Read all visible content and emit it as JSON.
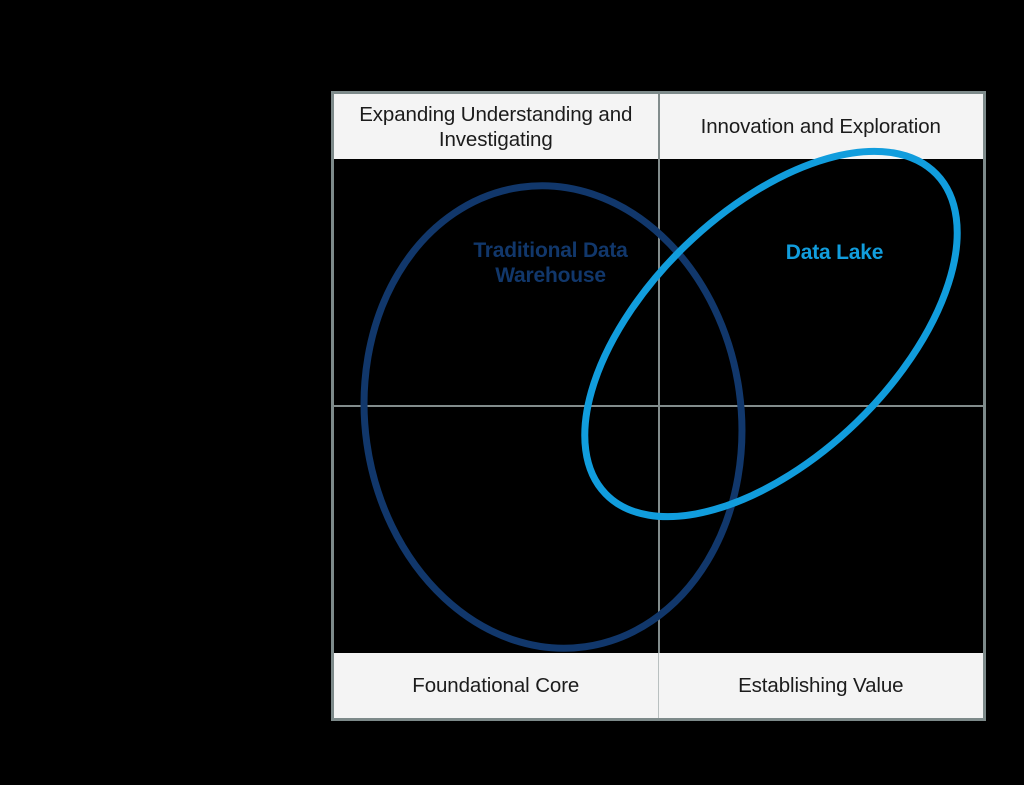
{
  "chart_data": {
    "type": "diagram",
    "subtype": "2x2-quadrant-venn",
    "title": "",
    "background_color": "#000000",
    "frame": {
      "border_color": "#7d8a8a",
      "grid_color": "#828c8c",
      "band_background": "#f4f4f4",
      "band_text_color": "#1c1c1c"
    },
    "quadrant_labels": {
      "top_left": "Expanding Understanding\nand Investigating",
      "top_right": "Innovation and\nExploration",
      "bottom_left": "Foundational\nCore",
      "bottom_right": "Establishing\nValue"
    },
    "series": [
      {
        "name": "Traditional Data Warehouse",
        "label": "Traditional Data\nWarehouse",
        "color": "#11376b",
        "shape": "ellipse",
        "center": [
          553,
          417
        ],
        "radii": [
          188,
          232
        ],
        "rotation_deg": -8,
        "stroke_width": 7,
        "covers_quadrants": [
          "top_left",
          "bottom_left",
          "top_right",
          "bottom_right"
        ]
      },
      {
        "name": "Data Lake",
        "label": "Data Lake",
        "color": "#119ddd",
        "shape": "ellipse",
        "center": [
          771,
          334
        ],
        "radii": [
          230,
          123
        ],
        "rotation_deg": -44,
        "stroke_width": 7,
        "covers_quadrants": [
          "top_right",
          "top_left",
          "bottom_right",
          "bottom_left"
        ]
      }
    ],
    "axis_note": "Two overlapping ellipses span a 2x2 quadrant matrix; overlap region sits around the center cross."
  },
  "quadrants": {
    "top_left": {
      "label": "Expanding Understanding\nand Investigating"
    },
    "top_right": {
      "label": "Innovation and\nExploration"
    },
    "bottom_left": {
      "label": "Foundational\nCore"
    },
    "bottom_right": {
      "label": "Establishing\nValue"
    }
  },
  "ellipses": {
    "traditional_data_warehouse": {
      "label": "Traditional Data\nWarehouse",
      "color": "#11376b"
    },
    "data_lake": {
      "label": "Data Lake",
      "color": "#119ddd"
    }
  }
}
